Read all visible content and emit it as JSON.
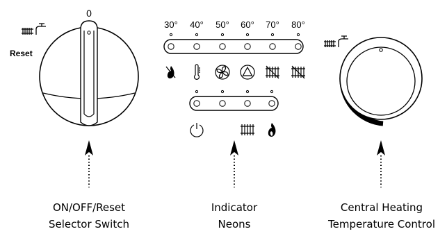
{
  "selector": {
    "zero_label": "0",
    "reset_label": "Reset",
    "caption_line1": "ON/OFF/Reset",
    "caption_line2": "Selector Switch"
  },
  "indicators": {
    "temps": [
      "30°",
      "40°",
      "50°",
      "60°",
      "70°",
      "80°"
    ],
    "top_icons": [
      "flame-crossed-icon",
      "thermometer-icon",
      "fan-icon",
      "pump-icon",
      "radiator-crossed-icon",
      "radiator-crossed-icon"
    ],
    "bottom_icons": [
      "power-icon",
      "",
      "radiator-icon",
      "flame-icon"
    ],
    "caption_line1": "Indicator",
    "caption_line2": "Neons"
  },
  "heating": {
    "caption_line1": "Central Heating",
    "caption_line2": "Temperature Control"
  },
  "icons": {
    "selector_icon": "radiator-tap-icon",
    "heating_icon": "radiator-tap-icon",
    "arrow_icon": "dotted-arrow-icon"
  }
}
